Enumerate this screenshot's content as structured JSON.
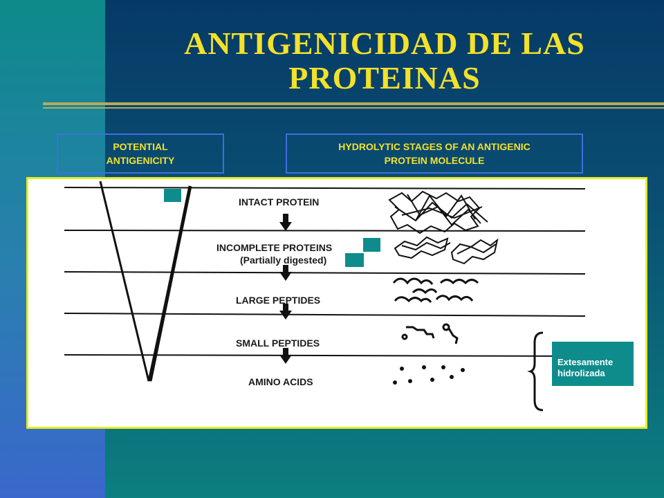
{
  "slide": {
    "title_line1": "ANTIGENICIDAD DE LAS",
    "title_line2": "PROTEINAS",
    "box_left_line1": "POTENTIAL",
    "box_left_line2": "ANTIGENICITY",
    "box_right_line1": "HYDROLYTIC STAGES OF AN  ANTIGENIC",
    "box_right_line2": "PROTEIN MOLECULE"
  },
  "stages": [
    {
      "label": "INTACT PROTEIN"
    },
    {
      "label": "INCOMPLETE PROTEINS",
      "sub": "(Partially digested)"
    },
    {
      "label": "LARGE PEPTIDES"
    },
    {
      "label": "SMALL PEPTIDES"
    },
    {
      "label": "AMINO ACIDS"
    }
  ],
  "tag": {
    "line1": "Extesamente",
    "line2": "hidrolizada"
  },
  "colors": {
    "title": "#f3e12a",
    "box_border": "#3f6ee0",
    "panel_border": "#e6ee22",
    "teal": "#0e8c8c"
  }
}
